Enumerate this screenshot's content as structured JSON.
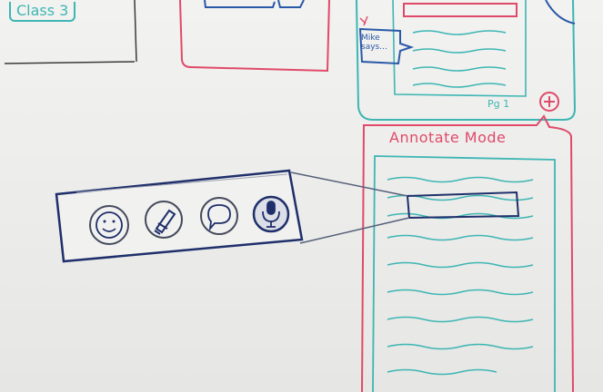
{
  "whiteboard": {
    "class_label": "Class 3",
    "comment_bubble": "Mike says...",
    "page_label": "Pg 1",
    "mode_title": "Annotate Mode"
  },
  "toolbar": {
    "tools": [
      {
        "icon": "smiley-face-icon",
        "label": ""
      },
      {
        "icon": "highlighter-icon",
        "label": ""
      },
      {
        "icon": "speech-bubble-icon",
        "label": ""
      },
      {
        "icon": "microphone-icon",
        "label": ""
      }
    ],
    "selected_tool": "microphone-icon"
  },
  "colors": {
    "marker_navy": "#1f2f6b",
    "marker_teal": "#3db6b4",
    "marker_pink": "#e04a6a",
    "marker_blue": "#2a59a8",
    "whiteboard": "#ececea"
  }
}
